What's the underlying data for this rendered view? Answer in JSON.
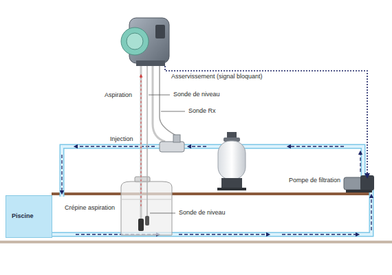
{
  "diagram": {
    "nodes": [
      {
        "text": [
          "Piscine"
        ]
      }
    ],
    "labels": [
      "Asservissement (signal bloquant)",
      "Aspiration",
      "Sonde de niveau",
      "Sonde Rx",
      "Injection",
      "Pompe de filtration",
      "Crépine aspiration",
      "Sonde de niveau"
    ]
  }
}
